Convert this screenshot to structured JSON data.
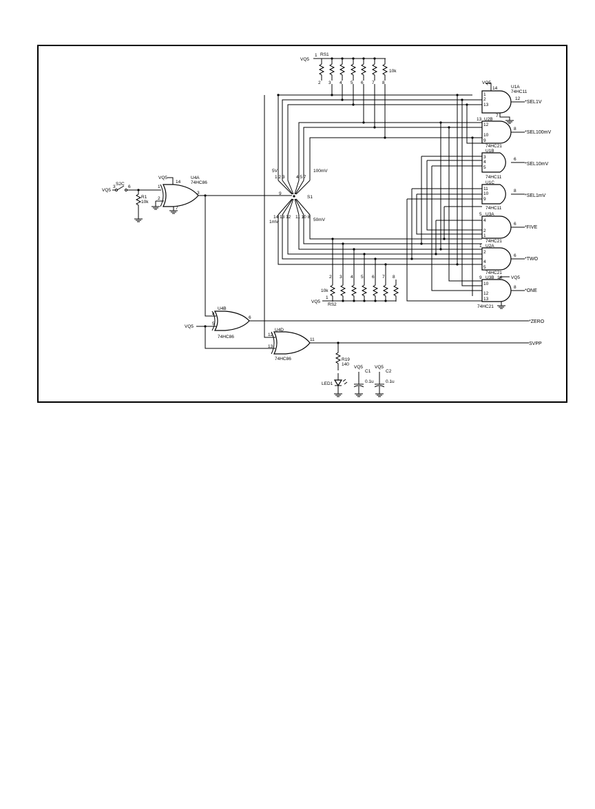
{
  "labels": {
    "vq5": "VQ5",
    "rs1": "RS1",
    "rs2": "RS2",
    "r_10k": "10k",
    "u1a": "U1A",
    "u1b": "U1B",
    "u1c": "U1C",
    "u2a": "U2A",
    "u2b": "U2B",
    "u3a": "U3A",
    "u3b": "U3B",
    "u4a": "U4A",
    "u4b": "U4B",
    "u4d": "U4D",
    "p74hc11": "74HC11",
    "p74hc21": "74HC21",
    "p74hc86": "74HC86",
    "s2c": "S2C",
    "r1": "R1",
    "s1": "S1",
    "r19": "R19",
    "r19_val": "140",
    "led1": "LED1",
    "c1": "C1",
    "c2": "C2",
    "cap_val": "0.1u",
    "sw_5v": "5V",
    "sw_100mv": "100mV",
    "sw_1mv": "1mV",
    "sw_50mv": "50mV",
    "sw_top_pins_left": "1  2  3",
    "sw_top_pins_right": "4  5  7",
    "sw_bot_pins_left": "14 13 12",
    "sw_bot_pins_right": "11 10  8",
    "sw_common_pin": "9"
  },
  "outputs": {
    "sel1v": "*SEL1V",
    "sel100mv": "*SEL100mV",
    "sel10mv": "*SEL10mV",
    "sel1mv": "*SEL1mV",
    "five": "*FIVE",
    "two": "*TWO",
    "one": "*ONE",
    "zero": "*ZERO",
    "svpp": "SVPP"
  }
}
